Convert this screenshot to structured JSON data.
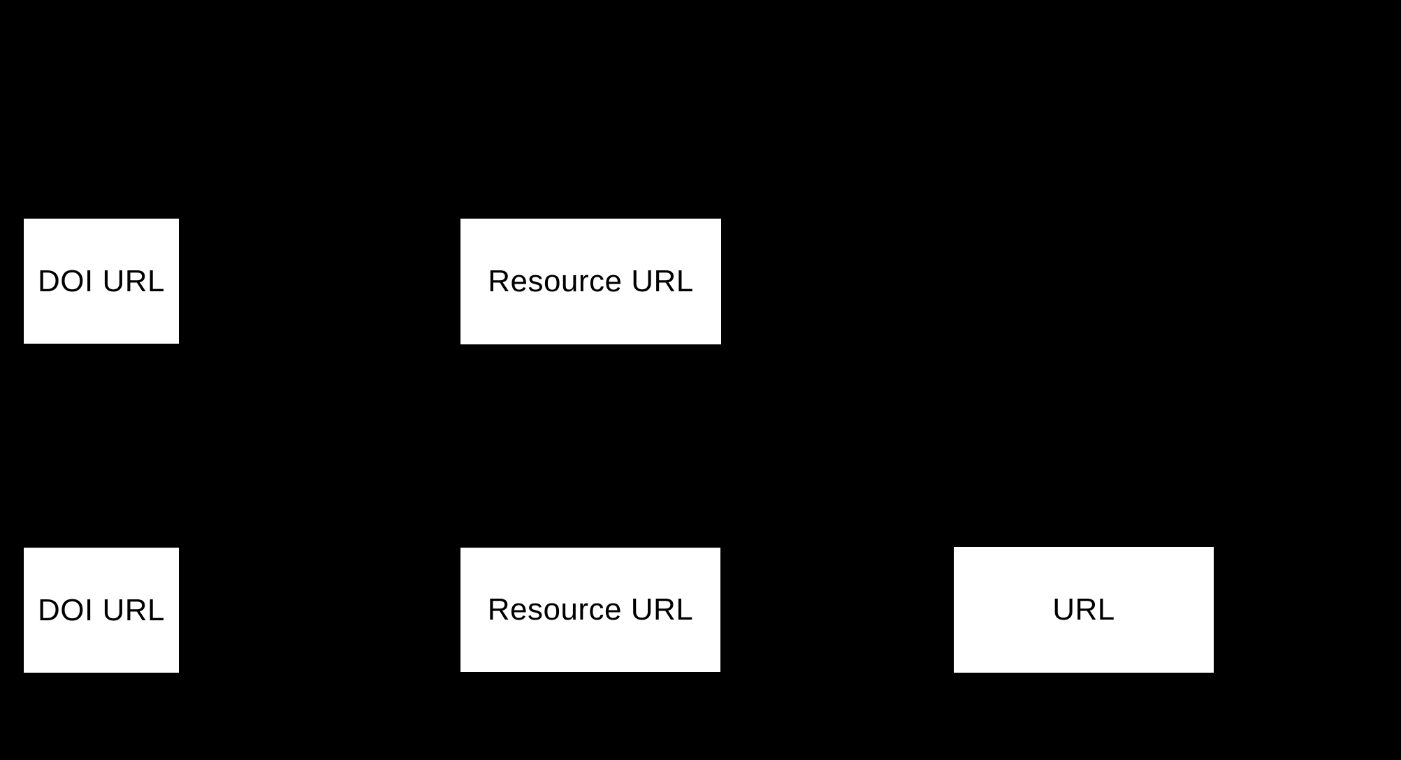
{
  "diagram": {
    "background_color": "#000000",
    "node_fill_color": "#ffffff",
    "node_text_color": "#000000",
    "nodes": [
      {
        "id": "doi-url-top",
        "label": "DOI URL"
      },
      {
        "id": "resource-url-top",
        "label": "Resource URL"
      },
      {
        "id": "doi-url-bottom",
        "label": "DOI URL"
      },
      {
        "id": "resource-url-bottom",
        "label": "Resource URL"
      },
      {
        "id": "url-bottom",
        "label": "URL"
      }
    ]
  }
}
